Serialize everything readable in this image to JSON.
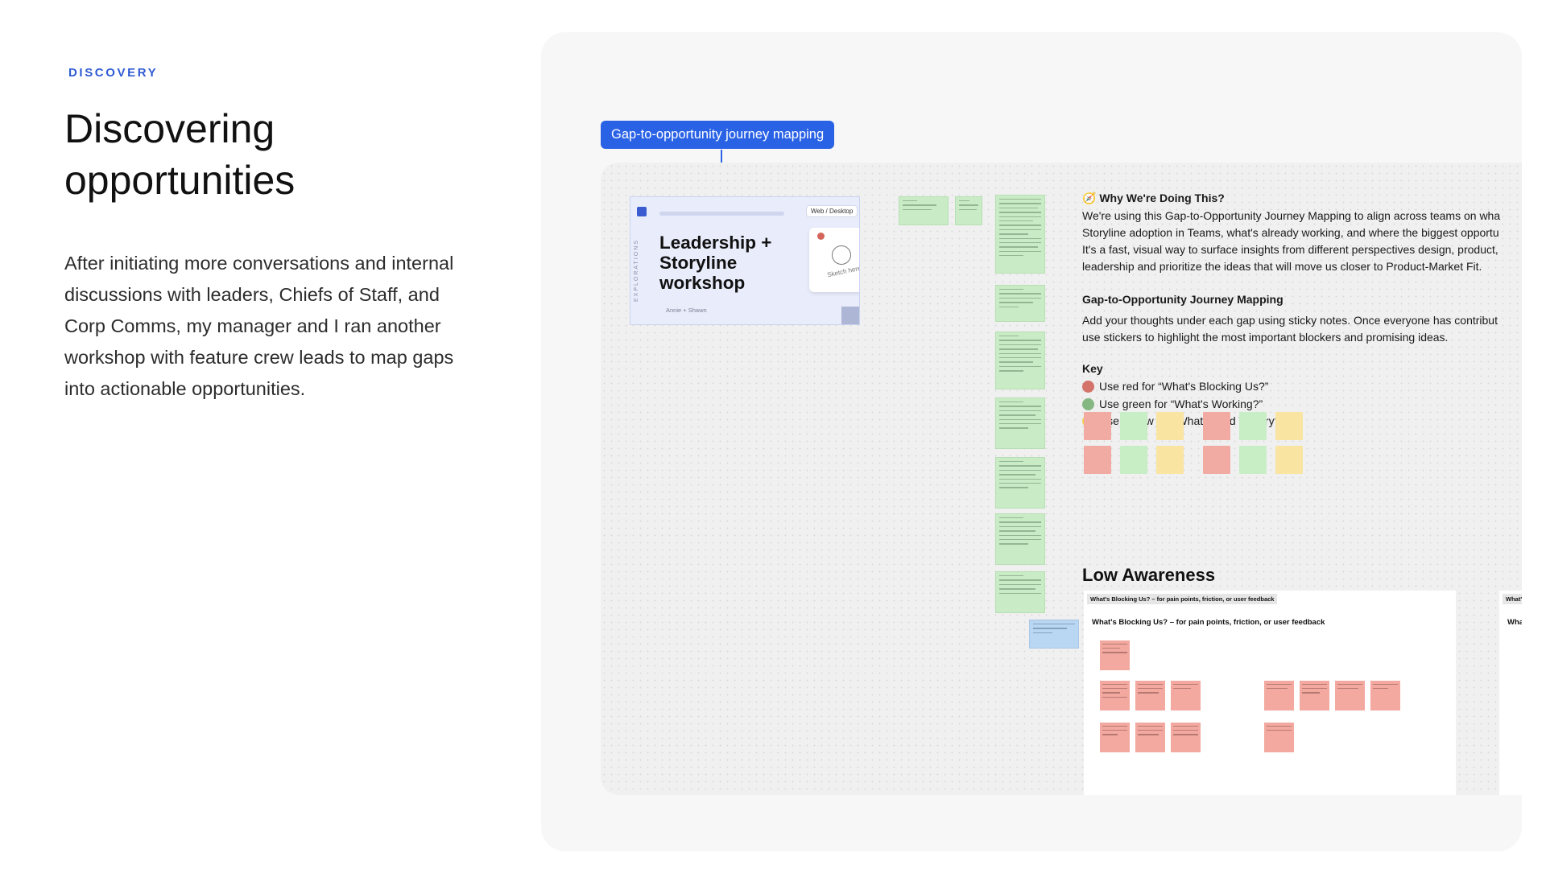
{
  "slide": {
    "eyebrow": "DISCOVERY",
    "title_line1": "Discovering",
    "title_line2": "opportunities",
    "description": "After initiating more conversations and internal discussions with leaders, Chiefs of Staff, and Corp Comms, my manager and I ran another workshop with feature crew leads to map gaps into actionable opportunities."
  },
  "canvas": {
    "chip_label": "Gap-to-opportunity journey mapping",
    "thumbnail": {
      "title_line1": "Leadership +",
      "title_line2": "Storyline",
      "title_line3": "workshop",
      "platform_label": "Web / Desktop",
      "side_label": "EXPLORATIONS",
      "authors": "Annie + Shawn",
      "sketch_label": "Sketch here"
    },
    "why": {
      "heading": "🧭 Why We're Doing This?",
      "lines": [
        "We're using this Gap-to-Opportunity Journey Mapping to align across teams on wha",
        "Storyline adoption in Teams, what's already working, and where the biggest opportu",
        "It's a fast, visual way to surface insights from different perspectives design, product,",
        "leadership and prioritize the ideas that will move us closer to Product-Market Fit."
      ]
    },
    "mapping": {
      "heading": "Gap-to-Opportunity Journey Mapping",
      "lines": [
        "Add your thoughts under each gap using sticky notes. Once everyone has contribut",
        "use stickers to highlight the most important blockers and promising ideas."
      ]
    },
    "key": {
      "heading": "Key",
      "items": [
        {
          "label": "Use red for “What's Blocking Us?”",
          "color": "#d3736a"
        },
        {
          "label": "Use green for “What's Working?”",
          "color": "#85b783"
        },
        {
          "label": "Use yellow for “What Could We Try?”",
          "color": "#f4cf55"
        }
      ]
    },
    "section_title": "Low Awareness",
    "frame": {
      "tag": "What's Blocking Us? – for pain points, friction, or user feedback",
      "title": "What's Blocking Us? – for pain points, friction, or user feedback"
    },
    "frame2": {
      "tag": "What's V",
      "title": "What"
    }
  }
}
